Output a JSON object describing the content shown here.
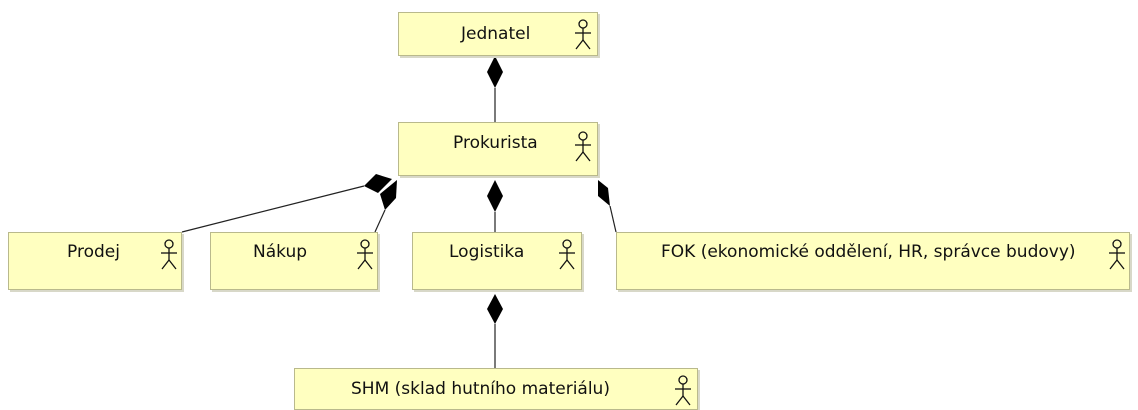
{
  "diagram": {
    "colors": {
      "box_fill": "#ffffc0",
      "box_border": "#b9b98c",
      "line": "#222222",
      "diamond": "#000000"
    },
    "nodes": {
      "jednatel": {
        "label": "Jednatel",
        "icon": "actor-icon"
      },
      "prokurista": {
        "label": "Prokurista",
        "icon": "actor-icon"
      },
      "prodej": {
        "label": "Prodej",
        "icon": "actor-icon"
      },
      "nakup": {
        "label": "Nákup",
        "icon": "actor-icon"
      },
      "logistika": {
        "label": "Logistika",
        "icon": "actor-icon"
      },
      "fok": {
        "label": "FOK (ekonomické oddělení, HR, správce budovy)",
        "icon": "actor-icon"
      },
      "shm": {
        "label": "SHM (sklad hutního materiálu)",
        "icon": "actor-icon"
      }
    },
    "relations": [
      {
        "from": "prokurista",
        "to": "jednatel",
        "type": "composition"
      },
      {
        "from": "prodej",
        "to": "prokurista",
        "type": "composition"
      },
      {
        "from": "nakup",
        "to": "prokurista",
        "type": "composition"
      },
      {
        "from": "logistika",
        "to": "prokurista",
        "type": "composition"
      },
      {
        "from": "fok",
        "to": "prokurista",
        "type": "composition"
      },
      {
        "from": "shm",
        "to": "logistika",
        "type": "composition"
      }
    ]
  }
}
